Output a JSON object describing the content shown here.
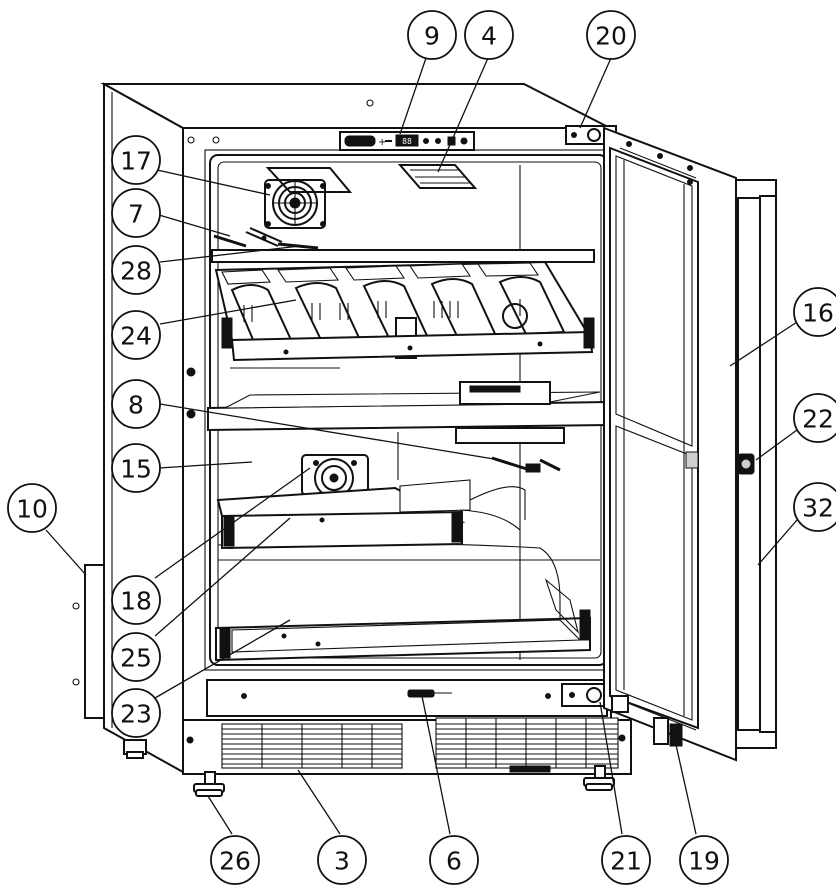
{
  "callouts": [
    {
      "id": "c9",
      "label": "9"
    },
    {
      "id": "c4",
      "label": "4"
    },
    {
      "id": "c20",
      "label": "20"
    },
    {
      "id": "c17",
      "label": "17"
    },
    {
      "id": "c7",
      "label": "7"
    },
    {
      "id": "c28",
      "label": "28"
    },
    {
      "id": "c24",
      "label": "24"
    },
    {
      "id": "c16",
      "label": "16"
    },
    {
      "id": "c8",
      "label": "8"
    },
    {
      "id": "c22",
      "label": "22"
    },
    {
      "id": "c15",
      "label": "15"
    },
    {
      "id": "c10",
      "label": "10"
    },
    {
      "id": "c32",
      "label": "32"
    },
    {
      "id": "c18",
      "label": "18"
    },
    {
      "id": "c25",
      "label": "25"
    },
    {
      "id": "c23",
      "label": "23"
    },
    {
      "id": "c26",
      "label": "26"
    },
    {
      "id": "c3",
      "label": "3"
    },
    {
      "id": "c6",
      "label": "6"
    },
    {
      "id": "c21",
      "label": "21"
    },
    {
      "id": "c19",
      "label": "19"
    }
  ],
  "display_readout": "88"
}
